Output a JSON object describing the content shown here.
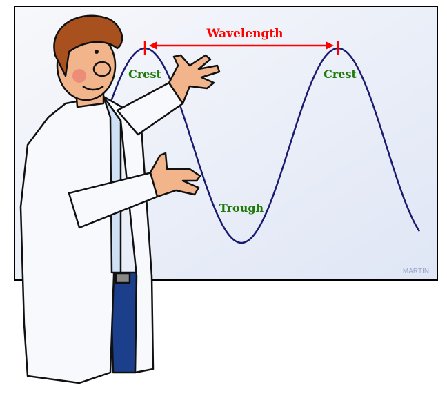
{
  "diagram": {
    "labels": {
      "wavelength": "Wavelength",
      "crest_left": "Crest",
      "crest_right": "Crest",
      "trough": "Trough"
    },
    "signature": "MARTIN",
    "colors": {
      "wave": "#1a1a6e",
      "wavelength_marker": "#ff0000",
      "label_green": "#1f7a0a",
      "board_bg": "#eef2fa",
      "signature": "#9aa6c8"
    }
  }
}
